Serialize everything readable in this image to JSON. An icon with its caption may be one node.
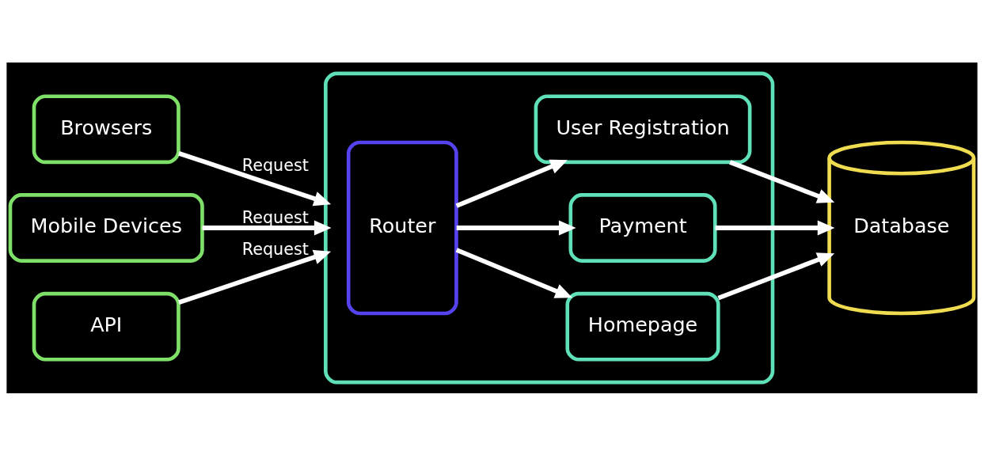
{
  "diagram": {
    "nodes": [
      {
        "text": [
          "Browsers"
        ]
      },
      {
        "text": [
          "Mobile Devices"
        ]
      },
      {
        "text": [
          "API"
        ]
      },
      {
        "text": [],
        "shape": "box"
      },
      {
        "text": [
          "Router"
        ],
        "in": 3
      },
      {
        "text": [
          "User Registration"
        ],
        "in": 3
      },
      {
        "text": [
          "Payment"
        ],
        "in": 3
      },
      {
        "text": [
          "Homepage"
        ],
        "in": 3
      },
      {
        "text": [
          "Database"
        ]
      }
    ],
    "edges": [
      {
        "from": 0,
        "to": 3,
        "arrow": "to",
        "label": "Request"
      },
      {
        "from": 1,
        "to": 3,
        "arrow": "to",
        "label": "Request"
      },
      {
        "from": 2,
        "to": 3,
        "arrow": "to",
        "label": "Request"
      },
      {
        "from": 4,
        "to": 5,
        "arrow": "to"
      },
      {
        "from": 4,
        "to": 6,
        "arrow": "to"
      },
      {
        "from": 4,
        "to": 7,
        "arrow": "to"
      },
      {
        "from": 5,
        "to": 8,
        "arrow": "to"
      },
      {
        "from": 6,
        "to": 8,
        "arrow": "to"
      },
      {
        "from": 7,
        "to": 8,
        "arrow": "to"
      }
    ]
  }
}
